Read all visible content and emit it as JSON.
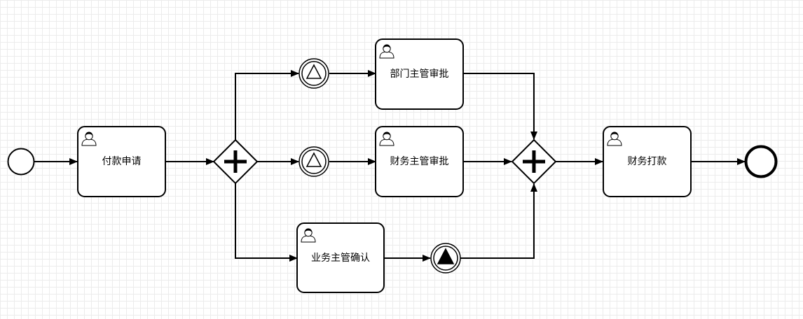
{
  "process": {
    "tasks": [
      {
        "id": "task-apply",
        "label": "付款申请",
        "type": "user-task"
      },
      {
        "id": "task-dept",
        "label": "部门主管审批",
        "type": "user-task"
      },
      {
        "id": "task-finance",
        "label": "财务主管审批",
        "type": "user-task"
      },
      {
        "id": "task-business",
        "label": "业务主管确认",
        "type": "user-task"
      },
      {
        "id": "task-pay",
        "label": "财务打款",
        "type": "user-task"
      }
    ],
    "events": [
      {
        "id": "start",
        "type": "start-event"
      },
      {
        "id": "end",
        "type": "end-event"
      },
      {
        "id": "signal-catch-1",
        "type": "intermediate-signal-catch"
      },
      {
        "id": "signal-catch-2",
        "type": "intermediate-signal-catch"
      },
      {
        "id": "signal-throw",
        "type": "intermediate-signal-throw"
      }
    ],
    "gateways": [
      {
        "id": "fork",
        "type": "parallel-gateway"
      },
      {
        "id": "join",
        "type": "parallel-gateway"
      }
    ],
    "icons": {
      "task": "user-icon",
      "gateway": "plus-icon",
      "catch": "signal-outline-icon",
      "throw": "signal-filled-icon"
    },
    "colors": {
      "stroke": "#000000",
      "fill": "#ffffff",
      "grid": "#ececec"
    }
  }
}
